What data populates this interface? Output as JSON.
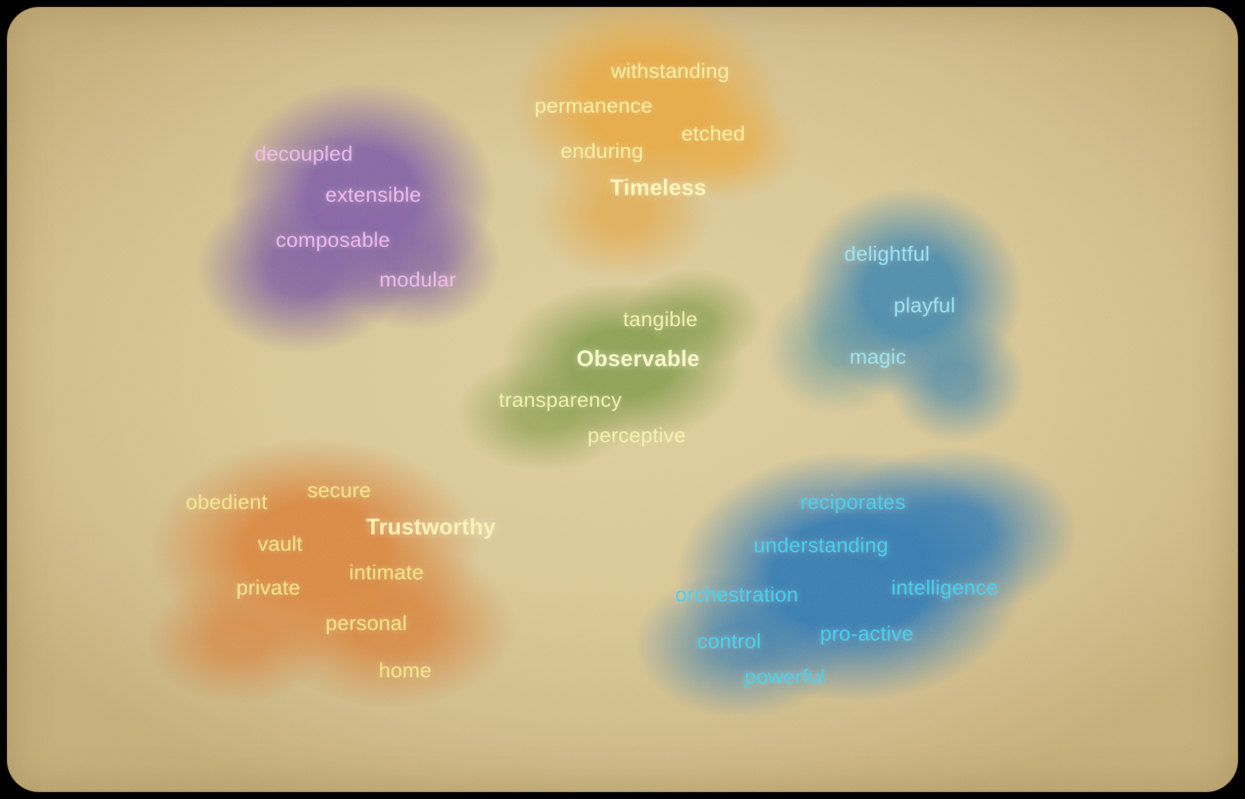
{
  "canvas": {
    "outer_background": "#000000",
    "card_background": "#d3bf8b"
  },
  "clusters": [
    {
      "id": "modularity-purple",
      "blob_color": "#7d5a9e",
      "text_color": "#f3b3f0",
      "words": [
        {
          "text": "decoupled"
        },
        {
          "text": "extensible"
        },
        {
          "text": "composable"
        },
        {
          "text": "modular"
        }
      ]
    },
    {
      "id": "timeless-orange",
      "blob_color": "#e2a443",
      "text_color": "#f7f09c",
      "title_color": "#faf5b4",
      "words": [
        {
          "text": "withstanding"
        },
        {
          "text": "permanence"
        },
        {
          "text": "etched"
        },
        {
          "text": "enduring"
        },
        {
          "text": "Timeless",
          "emphasis": true
        }
      ]
    },
    {
      "id": "observable-green",
      "blob_color": "#84994b",
      "text_color": "#f3f2a4",
      "title_color": "#f8f8c6",
      "words": [
        {
          "text": "tangible"
        },
        {
          "text": "Observable",
          "emphasis": true
        },
        {
          "text": "transparency"
        },
        {
          "text": "perceptive"
        }
      ]
    },
    {
      "id": "delight-blue",
      "blob_color": "#4484a6",
      "text_color": "#93e3f4",
      "words": [
        {
          "text": "delightful"
        },
        {
          "text": "playful"
        },
        {
          "text": "magic"
        }
      ]
    },
    {
      "id": "trustworthy-orange",
      "blob_color": "#d5813a",
      "text_color": "#f4e87c",
      "title_color": "#f9f2ae",
      "words": [
        {
          "text": "secure"
        },
        {
          "text": "obedient"
        },
        {
          "text": "Trustworthy",
          "emphasis": true
        },
        {
          "text": "vault"
        },
        {
          "text": "intimate"
        },
        {
          "text": "private"
        },
        {
          "text": "personal"
        },
        {
          "text": "home"
        }
      ]
    },
    {
      "id": "intelligence-blue",
      "blob_color": "#2e74ac",
      "text_color": "#35cff0",
      "words": [
        {
          "text": "reciporates"
        },
        {
          "text": "understanding"
        },
        {
          "text": "orchestration"
        },
        {
          "text": "intelligence"
        },
        {
          "text": "control"
        },
        {
          "text": "pro-active"
        },
        {
          "text": "powerful"
        }
      ]
    }
  ]
}
